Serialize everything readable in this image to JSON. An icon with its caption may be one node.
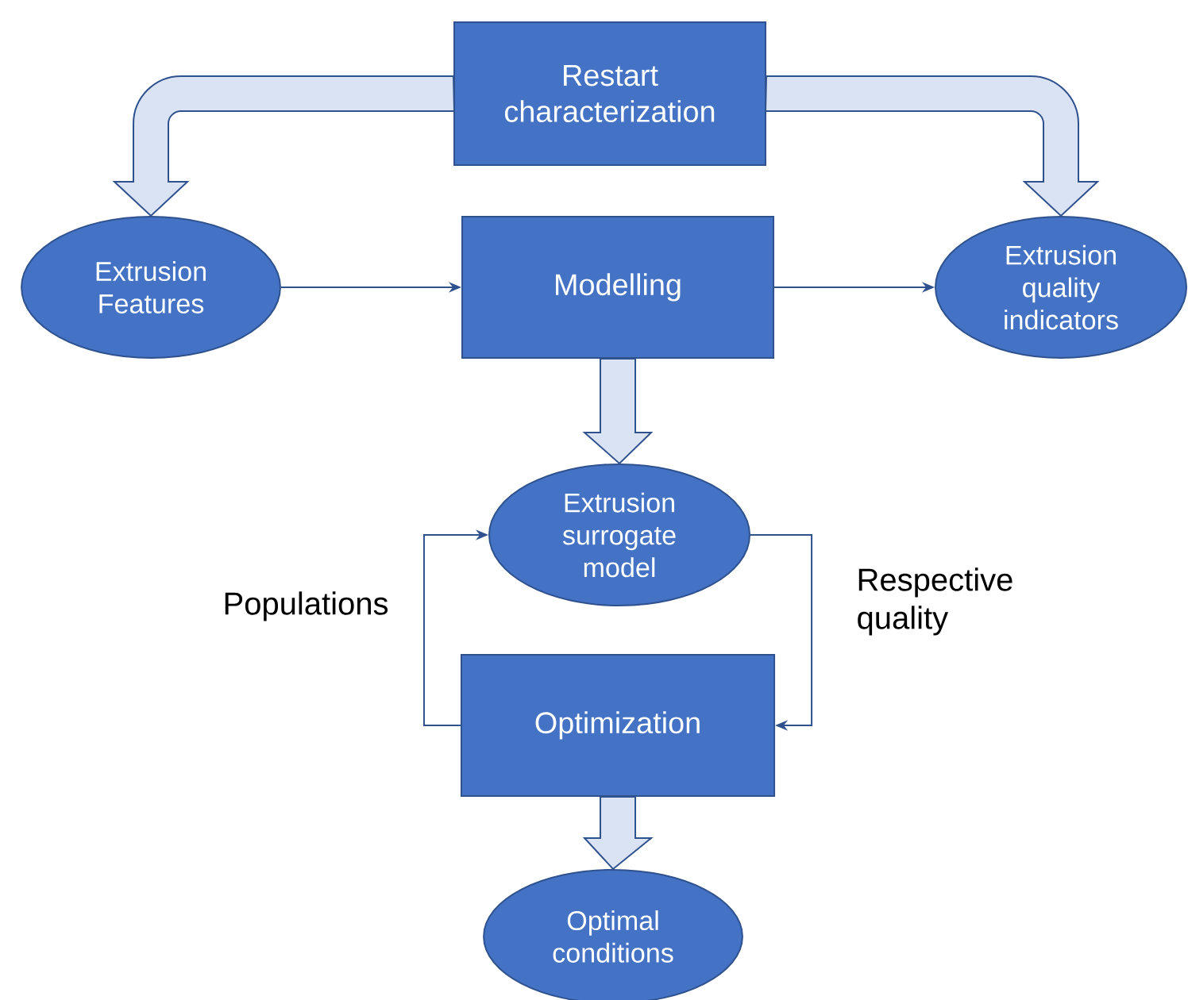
{
  "diagram": {
    "nodes": [
      {
        "text": [
          "Restart characterization"
        ]
      },
      {
        "text": [
          "Extrusion Features"
        ]
      },
      {
        "text": [
          "Modelling"
        ]
      },
      {
        "text": [
          "Extrusion quality indicators"
        ]
      },
      {
        "text": [
          "Extrusion surrogate model"
        ]
      },
      {
        "text": [
          "Optimization"
        ]
      },
      {
        "text": [
          "Optimal conditions"
        ]
      }
    ],
    "edges": [
      {
        "from": 0,
        "to": 1,
        "arrow": "to",
        "style": "thick"
      },
      {
        "from": 0,
        "to": 3,
        "arrow": "to",
        "style": "thick"
      },
      {
        "from": 1,
        "to": 2,
        "arrow": "to"
      },
      {
        "from": 2,
        "to": 3,
        "arrow": "to"
      },
      {
        "from": 2,
        "to": 4,
        "arrow": "to",
        "style": "thick"
      },
      {
        "from": 5,
        "to": 4,
        "arrow": "to",
        "label": "Populations"
      },
      {
        "from": 4,
        "to": 5,
        "arrow": "to",
        "label": "Respective quality"
      },
      {
        "from": 5,
        "to": 6,
        "arrow": "to",
        "style": "thick"
      }
    ]
  }
}
